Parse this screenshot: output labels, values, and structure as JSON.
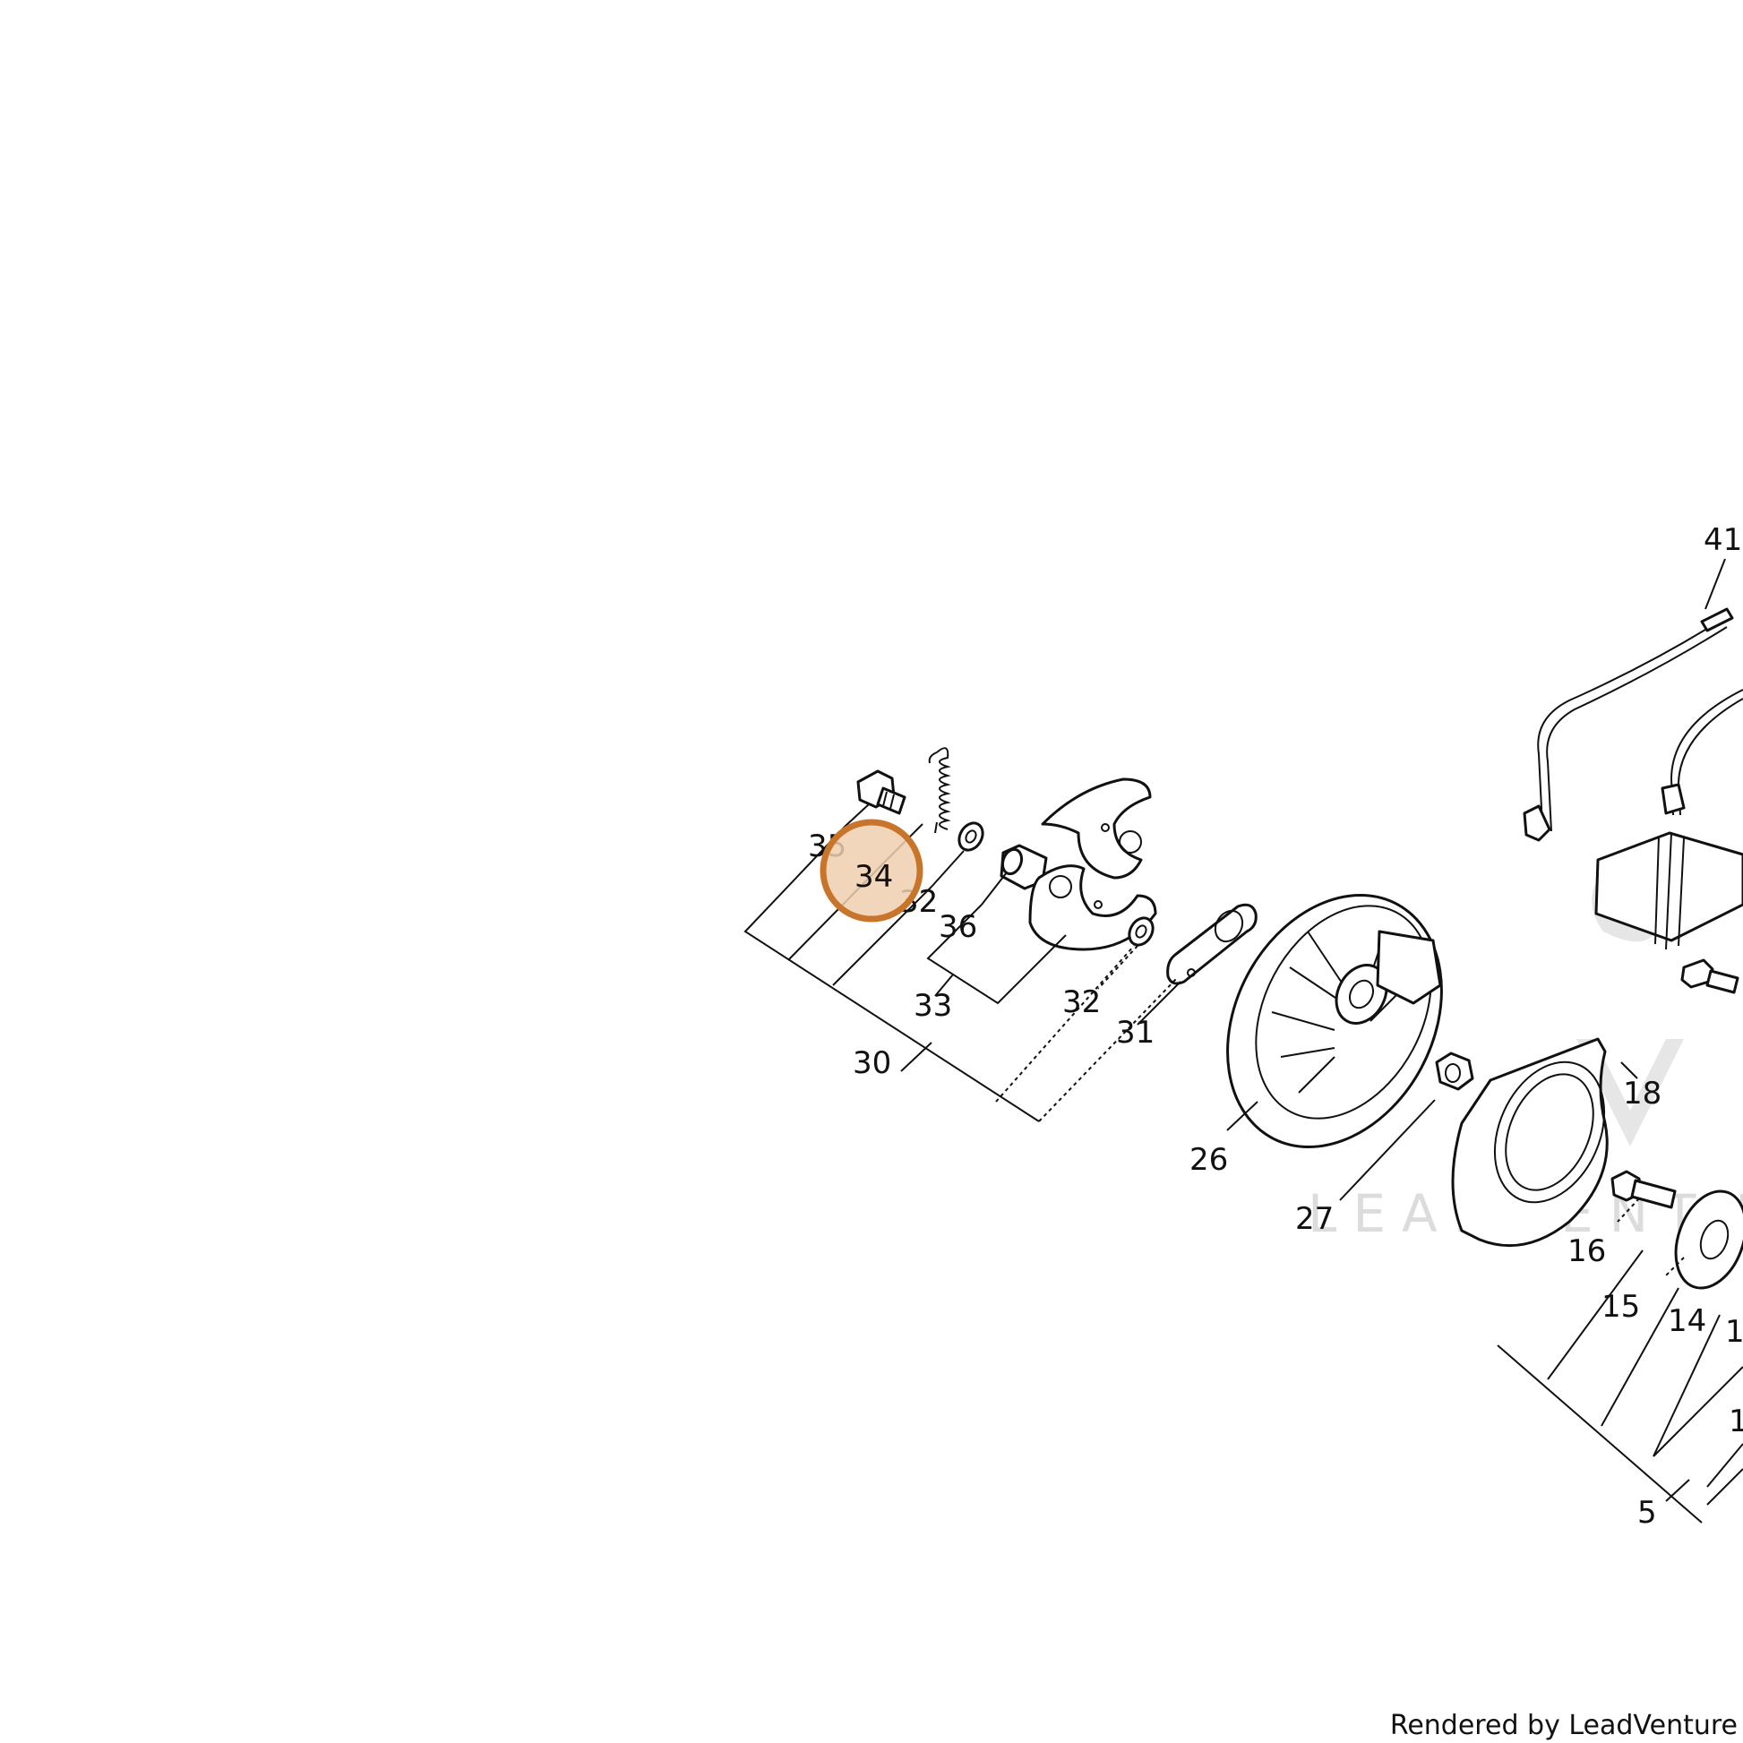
{
  "diagram": {
    "labels": {
      "p41": "41",
      "p35": "35",
      "p34": "34",
      "p32a": "32",
      "p36": "36",
      "p33": "33",
      "p30": "30",
      "p32b": "32",
      "p31": "31",
      "p26": "26",
      "p27": "27",
      "p18": "18",
      "p16": "16",
      "p15": "15",
      "p14": "14",
      "p5": "5",
      "p1a": "1",
      "p1b": "1"
    },
    "highlighted_part": "34",
    "highlight_color": "#c8742a",
    "highlight_fill": "#f0cfb0",
    "watermark": "LEADVENTURE"
  },
  "footer": {
    "text": "Rendered by LeadVenture"
  }
}
